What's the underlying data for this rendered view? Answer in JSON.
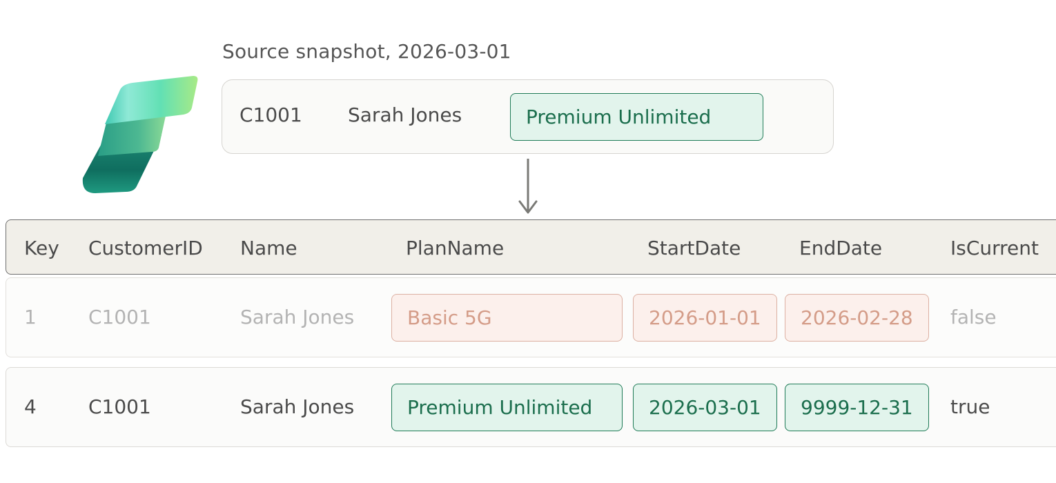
{
  "snapshot": {
    "title": "Source snapshot, 2026-03-01",
    "customer_id": "C1001",
    "name": "Sarah Jones",
    "plan_name": "Premium Unlimited"
  },
  "table": {
    "columns": [
      "Key",
      "CustomerID",
      "Name",
      "PlanName",
      "StartDate",
      "EndDate",
      "IsCurrent"
    ],
    "rows": [
      {
        "key": "1",
        "customer_id": "C1001",
        "name": "Sarah Jones",
        "plan_name": "Basic 5G",
        "start_date": "2026-01-01",
        "end_date": "2026-02-28",
        "is_current": "false"
      },
      {
        "key": "4",
        "customer_id": "C1001",
        "name": "Sarah Jones",
        "plan_name": "Premium Unlimited",
        "start_date": "2026-03-01",
        "end_date": "9999-12-31",
        "is_current": "true"
      }
    ]
  },
  "icons": {
    "logo": "fabric-logo-icon",
    "arrow": "arrow-down-icon"
  },
  "colors": {
    "changed_fill": "#e2f4ec",
    "changed_border": "#1e7a56",
    "changed_text": "#1b6e4d",
    "expired_fill": "#fcf0ec",
    "expired_border": "#dcb0a2",
    "expired_text": "#d49c88",
    "header_fill": "#f1efe9"
  }
}
